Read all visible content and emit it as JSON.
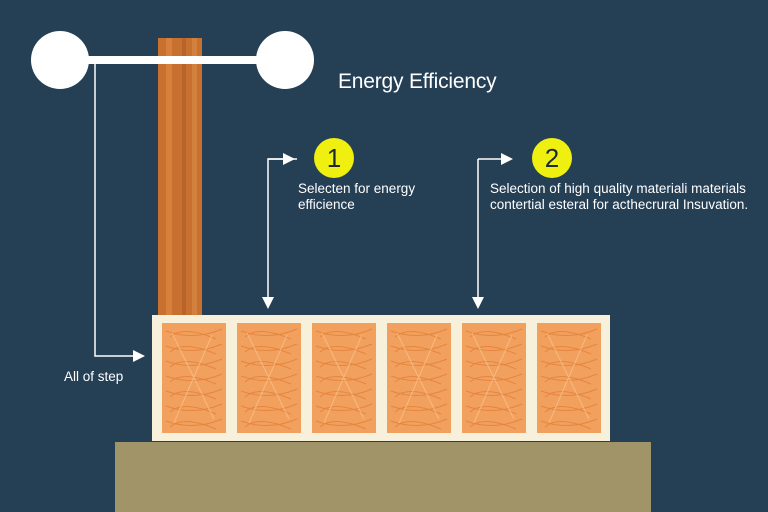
{
  "title": "Energy Efficiency",
  "steps": [
    {
      "number": "1",
      "label": "Selecten for energy efficience"
    },
    {
      "number": "2",
      "label": "Selection of high quality materiali materials contertial esteral for acthecrural Insuvation."
    }
  ],
  "all_steps_label": "All of step",
  "insulation_panel_count": 6,
  "colors": {
    "background": "#253f55",
    "post": "#c8702f",
    "panel": "#f2a05e",
    "frame": "#f7f1dc",
    "base": "#a19468",
    "badge": "#eff00f",
    "lines": "#ffffff"
  }
}
